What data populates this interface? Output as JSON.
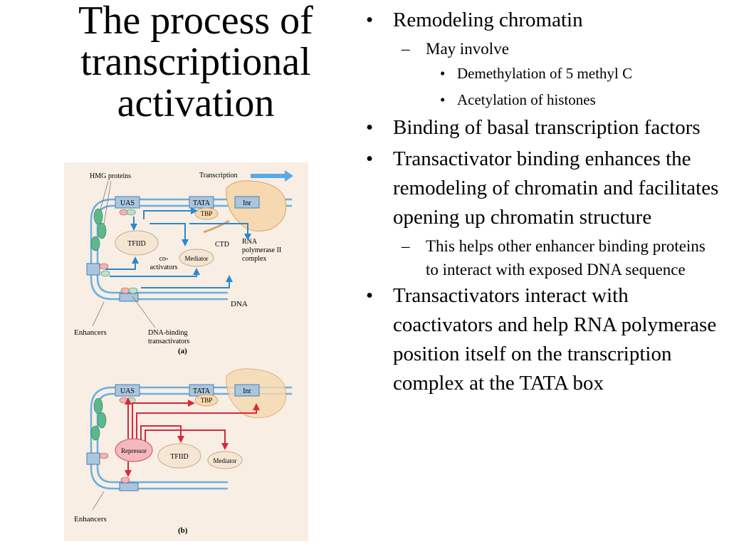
{
  "title": {
    "line1": "The process of",
    "line2": "transcriptional",
    "line3": "activation"
  },
  "bullets": {
    "b1": "Remodeling chromatin",
    "b1_sub": "May involve",
    "b1_sub_items": [
      "Demethylation of 5 methyl C",
      "Acetylation of histones"
    ],
    "b2": "Binding of basal transcription factors",
    "b3": "Transactivator binding enhances the remodeling of chromatin and facilitates opening up chromatin structure",
    "b3_sub": "This helps other enhancer binding proteins to interact with exposed DNA sequence",
    "b4": "Transactivators interact with coactivators and help RNA polymerase position itself on the transcription complex at the TATA box"
  },
  "figure": {
    "panel_a": {
      "hmg_proteins": "HMG proteins",
      "transcription": "Transcription",
      "uas": "UAS",
      "tata": "TATA",
      "inr": "Inr",
      "tbp": "TBP",
      "tfiid": "TFIID",
      "ctd": "CTD",
      "rna_pol_1": "RNA",
      "rna_pol_2": "polymerase II",
      "rna_pol_3": "complex",
      "coactivators_1": "co-",
      "coactivators_2": "activators",
      "mediator": "Mediator",
      "dna": "DNA",
      "enhancers": "Enhancers",
      "transactivators_1": "DNA-binding",
      "transactivators_2": "transactivators",
      "panel_label": "(a)"
    },
    "panel_b": {
      "uas": "UAS",
      "tata": "TATA",
      "inr": "Inr",
      "tbp": "TBP",
      "repressor": "Repressor",
      "tfiid": "TFIID",
      "mediator": "Mediator",
      "enhancers": "Enhancers",
      "panel_label": "(b)"
    },
    "colors": {
      "background": "#f8eee4",
      "dna": "#6ab0e0",
      "activation_arrow": "#2a88d0",
      "repression_arrow": "#d8283c",
      "polymerase": "#f6d9b0",
      "hmg": "#5cb88a",
      "factor": "#f5e6d4"
    }
  }
}
